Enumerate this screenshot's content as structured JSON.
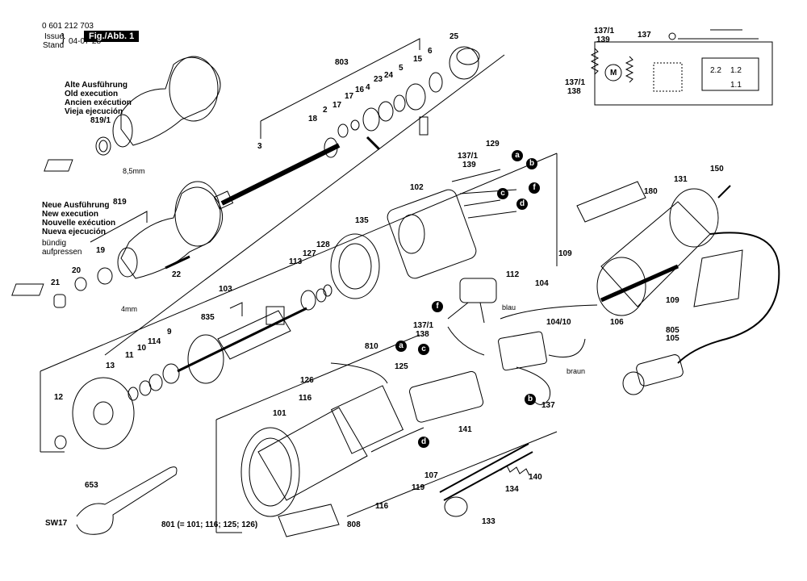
{
  "header": {
    "doc_number": "0 601 212 703",
    "issue_label": "Issue",
    "stand_label": "Stand",
    "issue_date": "04-07-28",
    "figure_label": "Fig./Abb. 1"
  },
  "old_execution": {
    "lines": [
      "Alte Ausführung",
      "Old execution",
      "Ancien exécution",
      "Vieja ejecución"
    ],
    "part": "819/1",
    "dim": "8,5mm"
  },
  "new_execution": {
    "lines": [
      "Neue Ausführung",
      "New execution",
      "Nouvelle exécution",
      "Nueva ejecución"
    ],
    "part": "819",
    "flush_lines": [
      "bündig",
      "aufpressen"
    ],
    "dim": "4mm"
  },
  "parts": {
    "p803": "803",
    "p6": "6",
    "p25": "25",
    "p15": "15",
    "p5": "5",
    "p24": "24",
    "p23": "23",
    "p4": "4",
    "p16": "16",
    "p17": "17",
    "p2": "2",
    "p18": "18",
    "p3": "3",
    "p129": "129",
    "p137_1_a": "137/1",
    "p139_a": "139",
    "p102": "102",
    "p135": "135",
    "p128": "128",
    "p127": "127",
    "p113": "113",
    "p112": "112",
    "p19": "19",
    "p20": "20",
    "p21": "21",
    "p22": "22",
    "p103": "103",
    "p835": "835",
    "p9": "9",
    "p114": "114",
    "p10": "10",
    "p11": "11",
    "p13": "13",
    "p12": "12",
    "p810": "810",
    "p126": "126",
    "p125": "125",
    "p116_a": "116",
    "p137_1_b": "137/1",
    "p138_a": "138",
    "p104": "104",
    "p104_10": "104/10",
    "p106": "106",
    "p137_b": "137",
    "p101": "101",
    "p141": "141",
    "p107": "107",
    "p119": "119",
    "p116_b": "116",
    "p140": "140",
    "p134": "134",
    "p133": "133",
    "p653": "653",
    "p808": "808",
    "p131": "131",
    "p180": "180",
    "p150": "150",
    "p109_a": "109",
    "p109_b": "109",
    "p805": "805",
    "p105": "105"
  },
  "wire_labels": {
    "blau": "blau",
    "braun": "braun"
  },
  "tool": "SW17",
  "kit_note": "801 (= 101; 116; 125; 126)",
  "circle_letters": [
    "a",
    "b",
    "c",
    "f",
    "d"
  ],
  "schematic": {
    "p137_1": "137/1",
    "p139": "139",
    "p137": "137",
    "p137_1_b": "137/1",
    "p138": "138",
    "motor": "M",
    "t22": "2.2",
    "t12": "1.2",
    "t11": "1.1"
  }
}
